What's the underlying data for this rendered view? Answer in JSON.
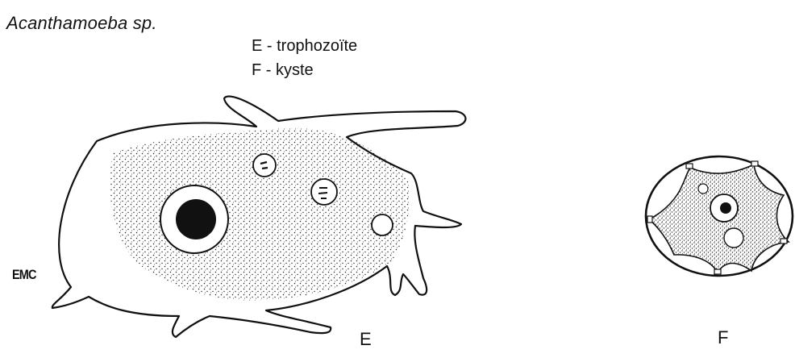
{
  "title": "Acanthamoeba sp.",
  "legend": [
    {
      "text": "E - trophozoïte"
    },
    {
      "text": "F - kyste"
    }
  ],
  "figure_labels": {
    "trophozoite": "E",
    "cyst": "F"
  },
  "logo": "EMC",
  "colors": {
    "ink": "#111111",
    "background": "#ffffff"
  }
}
